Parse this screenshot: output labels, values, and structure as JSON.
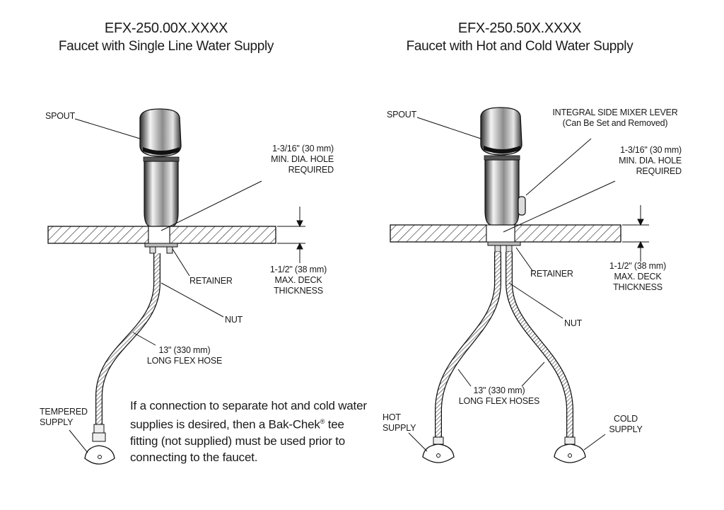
{
  "left": {
    "model": "EFX-250.00X.XXXX",
    "title": "Faucet with Single Line Water Supply",
    "labels": {
      "spout": "SPOUT",
      "hole": [
        "1-3/16\" (30 mm)",
        "MIN. DIA. HOLE",
        "REQUIRED"
      ],
      "deck": [
        "1-1/2\" (38 mm)",
        "MAX. DECK",
        "THICKNESS"
      ],
      "retainer": "RETAINER",
      "nut": "NUT",
      "hose": [
        "13\" (330 mm)",
        "LONG FLEX HOSE"
      ],
      "supply": [
        "TEMPERED",
        "SUPPLY"
      ]
    }
  },
  "right": {
    "model": "EFX-250.50X.XXXX",
    "title": "Faucet with Hot and Cold Water Supply",
    "labels": {
      "spout": "SPOUT",
      "lever": [
        "INTEGRAL SIDE MIXER LEVER",
        "(Can Be Set and Removed)"
      ],
      "hole": [
        "1-3/16\" (30 mm)",
        "MIN. DIA. HOLE",
        "REQUIRED"
      ],
      "deck": [
        "1-1/2\" (38 mm)",
        "MAX. DECK",
        "THICKNESS"
      ],
      "retainer": "RETAINER",
      "nut": "NUT",
      "hose": [
        "13\" (330 mm)",
        "LONG FLEX HOSES"
      ],
      "hot": [
        "HOT",
        "SUPPLY"
      ],
      "cold": [
        "COLD",
        "SUPPLY"
      ]
    }
  },
  "note": {
    "text": "If a connection to separate hot and cold water supplies is desired, then a Bak-Chek",
    "mark": "®",
    "text2": " tee fitting (not supplied) must be used prior to connecting to the faucet."
  }
}
